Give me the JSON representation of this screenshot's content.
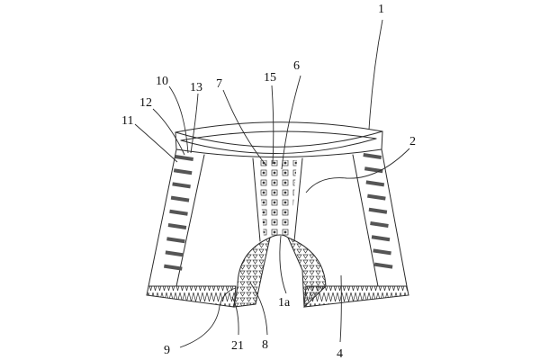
{
  "figure": {
    "labels": {
      "l1": "1",
      "l2": "2",
      "l4": "4",
      "l6": "6",
      "l7": "7",
      "l8": "8",
      "l9": "9",
      "l10": "10",
      "l11": "11",
      "l12": "12",
      "l13": "13",
      "l15": "15",
      "l21": "21",
      "l1a": "1a"
    }
  }
}
